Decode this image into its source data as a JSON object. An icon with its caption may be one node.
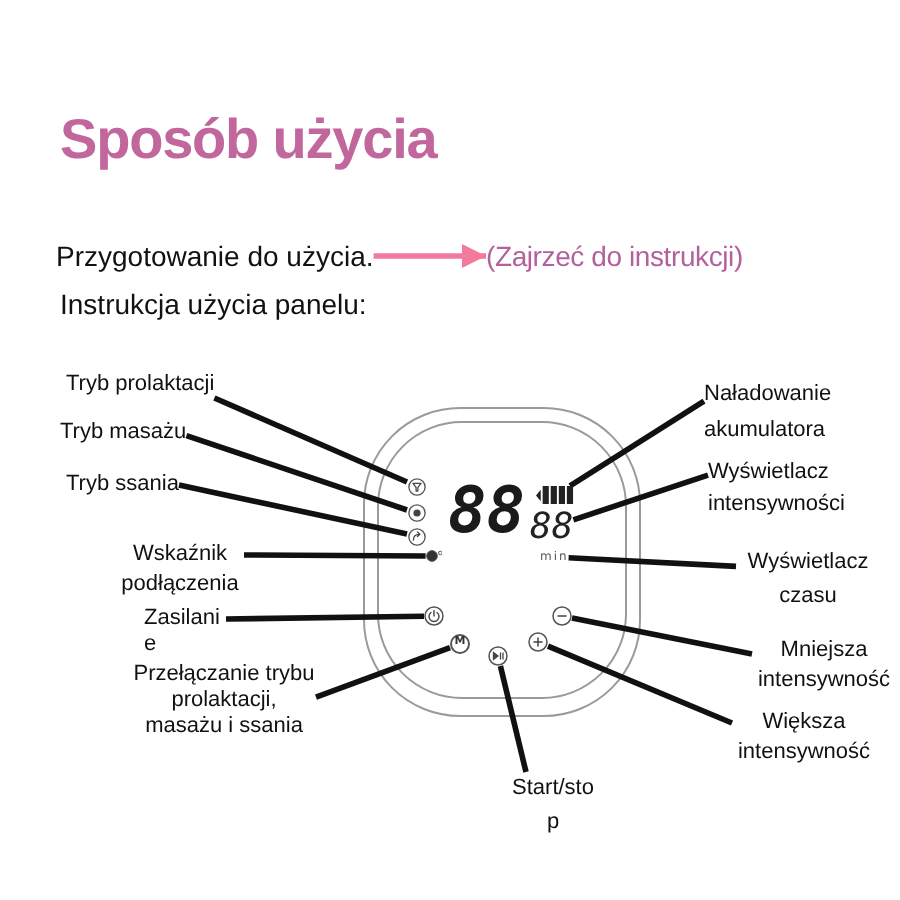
{
  "diagram": {
    "title": "Sposób użycia",
    "nodes": [
      {
        "text": [
          "Przygotowanie do użycia."
        ]
      },
      {
        "text": [
          "(Zajrzeć do instrukcji)"
        ]
      },
      {
        "text": [
          "Tryb prolaktacji"
        ]
      },
      {
        "text": [
          "Naładowanie akumulatora"
        ]
      },
      {
        "text": [
          "Tryb masażu"
        ]
      },
      {
        "text": [
          "Tryb ssania"
        ]
      },
      {
        "text": [
          "Wyświetlacz intensywności"
        ]
      },
      {
        "text": [
          "Wskaźnik podłączenia"
        ]
      },
      {
        "text": [
          "Wyświetlacz czasu"
        ]
      },
      {
        "text": [
          "Zasilanie"
        ]
      },
      {
        "text": [
          "Przełączanie trybu prolaktacji, masażu i ssania"
        ]
      },
      {
        "text": [
          "Mniejsza intensywność"
        ]
      },
      {
        "text": [
          "Większa intensywność"
        ]
      },
      {
        "text": [
          "Start/stop"
        ]
      },
      {
        "text": [],
        "shape": "circle"
      },
      {
        "text": [],
        "shape": "circle"
      },
      {
        "text": [],
        "shape": "circle"
      },
      {
        "text": [],
        "shape": "circle"
      },
      {
        "text": [],
        "shape": "battery"
      },
      {
        "text": [
          "88"
        ]
      },
      {
        "text": [
          "min"
        ]
      },
      {
        "text": [],
        "shape": "circle"
      },
      {
        "text": [
          "M"
        ]
      },
      {
        "text": [],
        "shape": "circle"
      },
      {
        "text": [],
        "shape": "circle"
      },
      {
        "text": [],
        "shape": "circle"
      }
    ],
    "edges": [
      {
        "from": 0,
        "to": 1,
        "arrow": "to",
        "color": "#f27a9c"
      },
      {
        "from": 2,
        "to": 14,
        "arrow": "none"
      },
      {
        "from": 3,
        "to": 18,
        "arrow": "none"
      },
      {
        "from": 4,
        "to": 15,
        "arrow": "none"
      },
      {
        "from": 5,
        "to": 16,
        "arrow": "none"
      },
      {
        "from": 6,
        "to": 19,
        "arrow": "none"
      },
      {
        "from": 7,
        "to": 17,
        "arrow": "none"
      },
      {
        "from": 8,
        "to": 20,
        "arrow": "none"
      },
      {
        "from": 9,
        "to": 21,
        "arrow": "none"
      },
      {
        "from": 10,
        "to": 22,
        "arrow": "none"
      },
      {
        "from": 11,
        "to": 24,
        "arrow": "none"
      },
      {
        "from": 12,
        "to": 25,
        "arrow": "none"
      },
      {
        "from": 13,
        "to": 23,
        "arrow": "none"
      }
    ],
    "labels": [
      "Instrukcja użycia panelu:",
      "88"
    ]
  }
}
